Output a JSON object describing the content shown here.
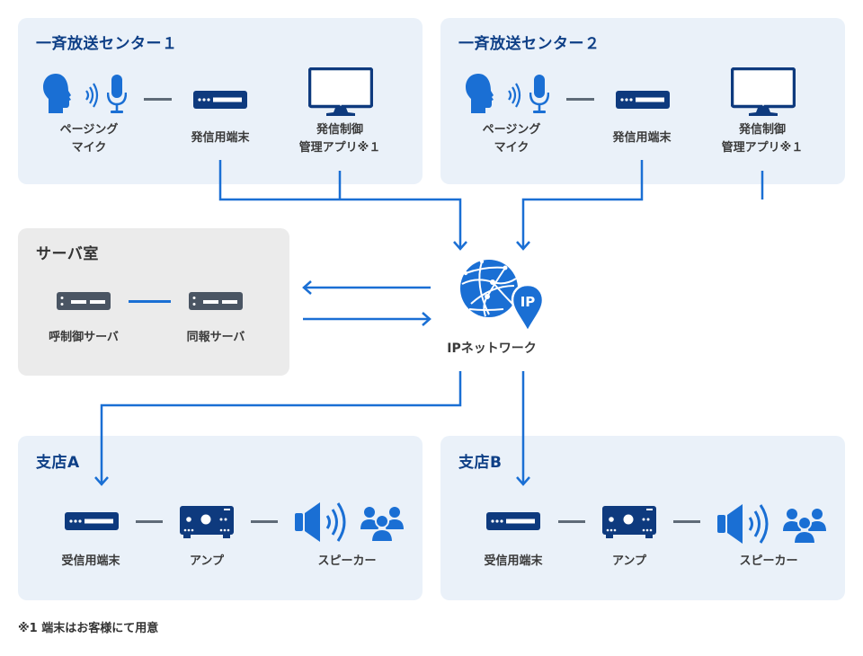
{
  "colors": {
    "panel_blue": "#eaf1f9",
    "panel_gray": "#ebebeb",
    "title_navy": "#0e3f86",
    "icon_blue": "#1a6fd4",
    "device_navy": "#0e3a7e",
    "server_gray": "#4a5563",
    "connector": "#1a6fd4",
    "link_dash": "#5f6b78"
  },
  "centers": [
    {
      "title": "一斉放送センター１",
      "paging_mic": {
        "line1": "ページング",
        "line2": "マイク"
      },
      "terminal": "発信用端末",
      "app": {
        "line1": "発信制御",
        "line2": "管理アプリ※１"
      }
    },
    {
      "title": "一斉放送センター２",
      "paging_mic": {
        "line1": "ページング",
        "line2": "マイク"
      },
      "terminal": "発信用端末",
      "app": {
        "line1": "発信制御",
        "line2": "管理アプリ※１"
      }
    }
  ],
  "server_room": {
    "title": "サーバ室",
    "servers": [
      "呼制御サーバ",
      "同報サーバ"
    ]
  },
  "network": {
    "label": "IPネットワーク",
    "badge": "IP"
  },
  "branches": [
    {
      "title": "支店A",
      "receiver": "受信用端末",
      "amp": "アンプ",
      "speaker": "スピーカー"
    },
    {
      "title": "支店B",
      "receiver": "受信用端末",
      "amp": "アンプ",
      "speaker": "スピーカー"
    }
  ],
  "footnote": "※1 端末はお客様にて用意"
}
